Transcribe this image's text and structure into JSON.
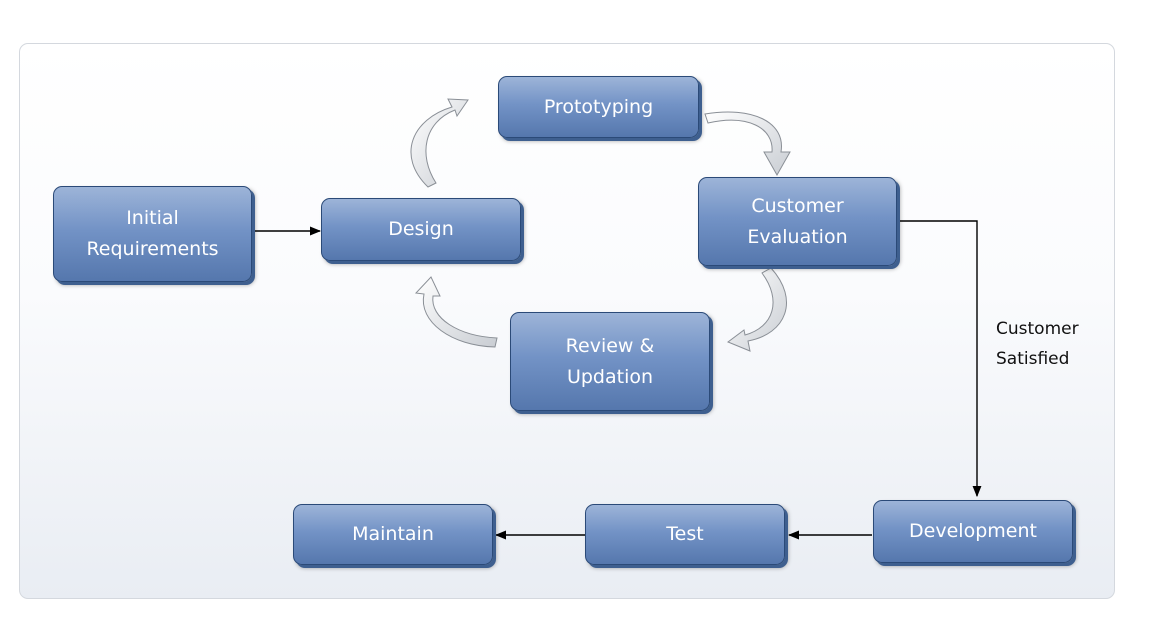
{
  "header": {
    "title": ""
  },
  "nodes": {
    "initial": "Initial\nRequirements",
    "design": "Design",
    "prototyping": "Prototyping",
    "evaluation": "Customer\nEvaluation",
    "review": "Review  &\nUpdation",
    "development": "Development",
    "test": "Test",
    "maintain": "Maintain"
  },
  "edge_label": "Customer\nSatisfied",
  "colors": {
    "box": "#6a8cc2",
    "box_border": "#2b4a78",
    "text": "#ffffff"
  }
}
